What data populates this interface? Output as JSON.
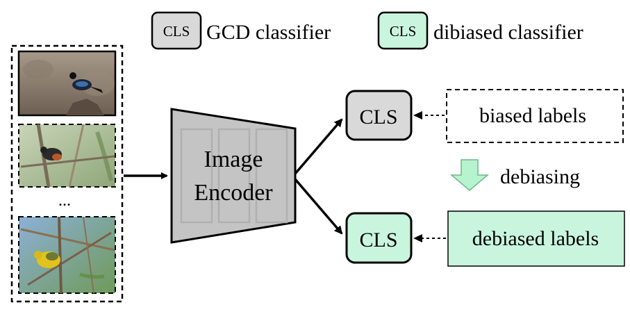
{
  "legend": {
    "gcd": {
      "badge": "CLS",
      "label": "GCD classifier"
    },
    "debiased": {
      "badge": "CLS",
      "label": "dibiased classifier"
    }
  },
  "images": {
    "ellipsis": "...",
    "items": [
      "bird-photo-1",
      "bird-photo-2",
      "bird-photo-3"
    ]
  },
  "encoder": {
    "line1": "Image",
    "line2": "Encoder"
  },
  "classifiers": {
    "top": "CLS",
    "bottom": "CLS"
  },
  "labels": {
    "biased": "biased labels",
    "debiasing": "debiasing",
    "debiased": "debiased labels"
  },
  "colors": {
    "gray_fill": "#d9d9d9",
    "green_fill": "#c9f5df",
    "encoder_fill": "#c4c4c4",
    "stroke": "#000000",
    "arrow_green": "#b6f3cf"
  }
}
